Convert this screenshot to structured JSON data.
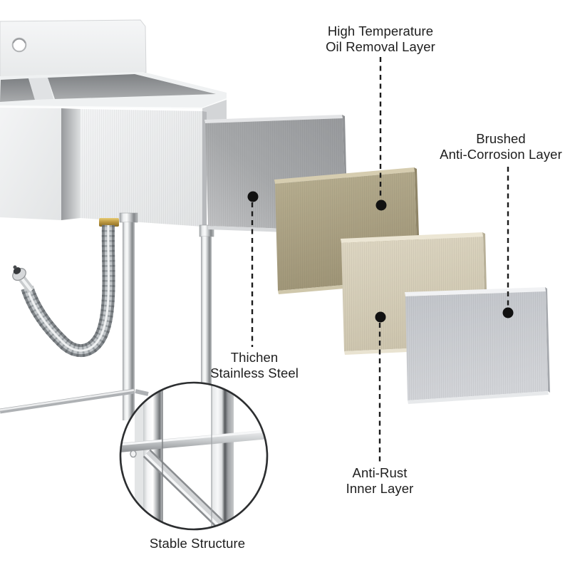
{
  "background": "#ffffff",
  "callouts": {
    "oil_layer": {
      "line1": "High Temperature",
      "line2": "Oil Removal Layer"
    },
    "anti_corrosion": {
      "line1": "Brushed",
      "line2": "Anti-Corrosion Layer"
    },
    "thicken_steel": {
      "line1": "Thichen",
      "line2": "Stainless Steel"
    },
    "anti_rust": {
      "line1": "Anti-Rust",
      "line2": "Inner Layer"
    },
    "stable": {
      "line1": "Stable Structure"
    }
  },
  "panel_colors": {
    "thicken_steel_layer": "#a7a9ac",
    "oil_removal_layer": "#afa588",
    "anti_rust_layer": "#d6ceb9",
    "anti_corrosion_layer": "#c8cbd0"
  },
  "callout_style": {
    "dot_color": "#111111",
    "line_color": "#1b1b1b"
  }
}
